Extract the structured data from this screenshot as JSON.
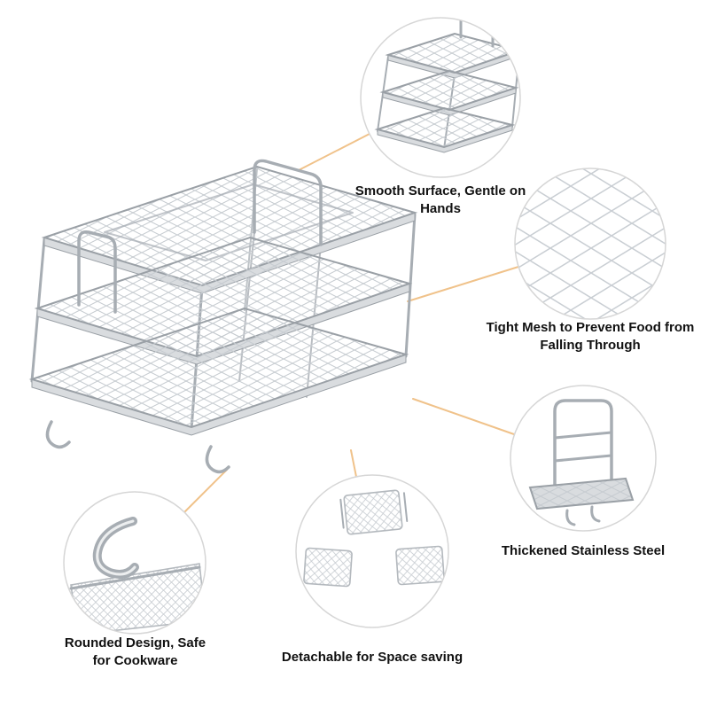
{
  "features": [
    {
      "id": "smooth-surface",
      "label": "Smooth Surface, Gentle on Hands"
    },
    {
      "id": "tight-mesh",
      "label": "Tight Mesh to Prevent Food from Falling Through"
    },
    {
      "id": "thick-steel",
      "label": "Thickened Stainless Steel"
    },
    {
      "id": "rounded-design",
      "label": "Rounded Design, Safe for Cookware"
    },
    {
      "id": "detachable",
      "label": "Detachable for Space saving"
    }
  ],
  "colors": {
    "accent_line": "#f0c28a",
    "circle_border": "#d6d6d6",
    "wire": "#a7adb3",
    "mesh_line": "#c6cbd0",
    "text": "#111111",
    "background": "#ffffff"
  }
}
